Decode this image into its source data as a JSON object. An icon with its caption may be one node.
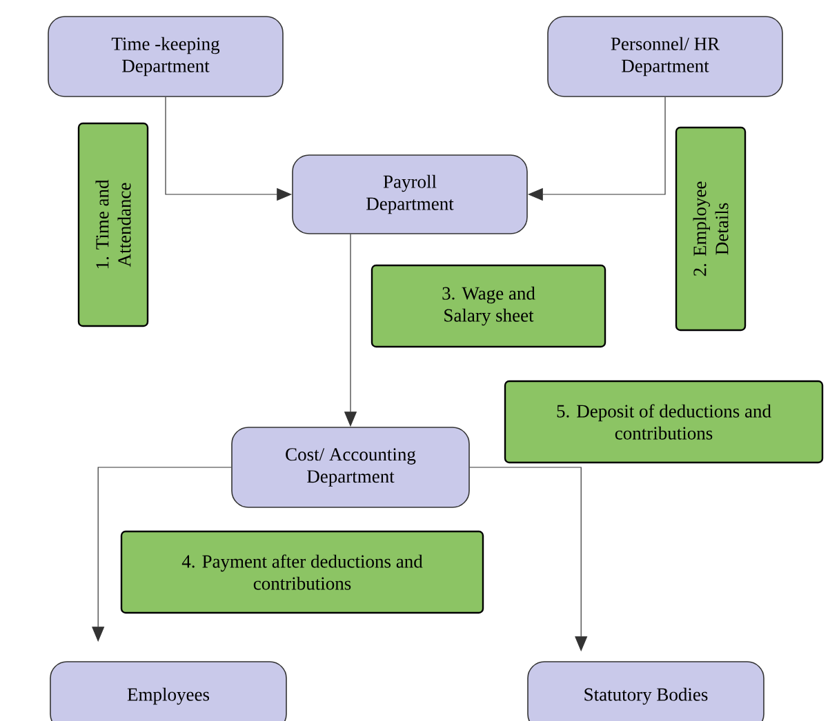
{
  "diagram": {
    "nodes": [
      {
        "text": [
          "Time -keeping Department"
        ]
      },
      {
        "text": [
          "Personnel/ HR Department"
        ]
      },
      {
        "text": [
          "1. Time and Attendance"
        ]
      },
      {
        "text": [
          "Payroll Department"
        ]
      },
      {
        "text": [
          "2. Employee Details"
        ]
      },
      {
        "text": [
          "3. Wage and Salary sheet"
        ]
      },
      {
        "text": [
          "5. Deposit of deductions and contributions"
        ]
      },
      {
        "text": [
          "Cost/ Accounting Department"
        ]
      },
      {
        "text": [
          "4. Payment after deductions and contributions"
        ]
      },
      {
        "text": [
          "Employees"
        ]
      },
      {
        "text": [
          "Statutory Bodies"
        ]
      }
    ],
    "edges": [
      {
        "from": 0,
        "to": 3,
        "arrow": "to"
      },
      {
        "from": 1,
        "to": 3,
        "arrow": "to"
      },
      {
        "from": 3,
        "to": 7,
        "arrow": "to"
      },
      {
        "from": 7,
        "to": 9,
        "arrow": "to"
      },
      {
        "from": 7,
        "to": 10,
        "arrow": "to"
      }
    ]
  }
}
